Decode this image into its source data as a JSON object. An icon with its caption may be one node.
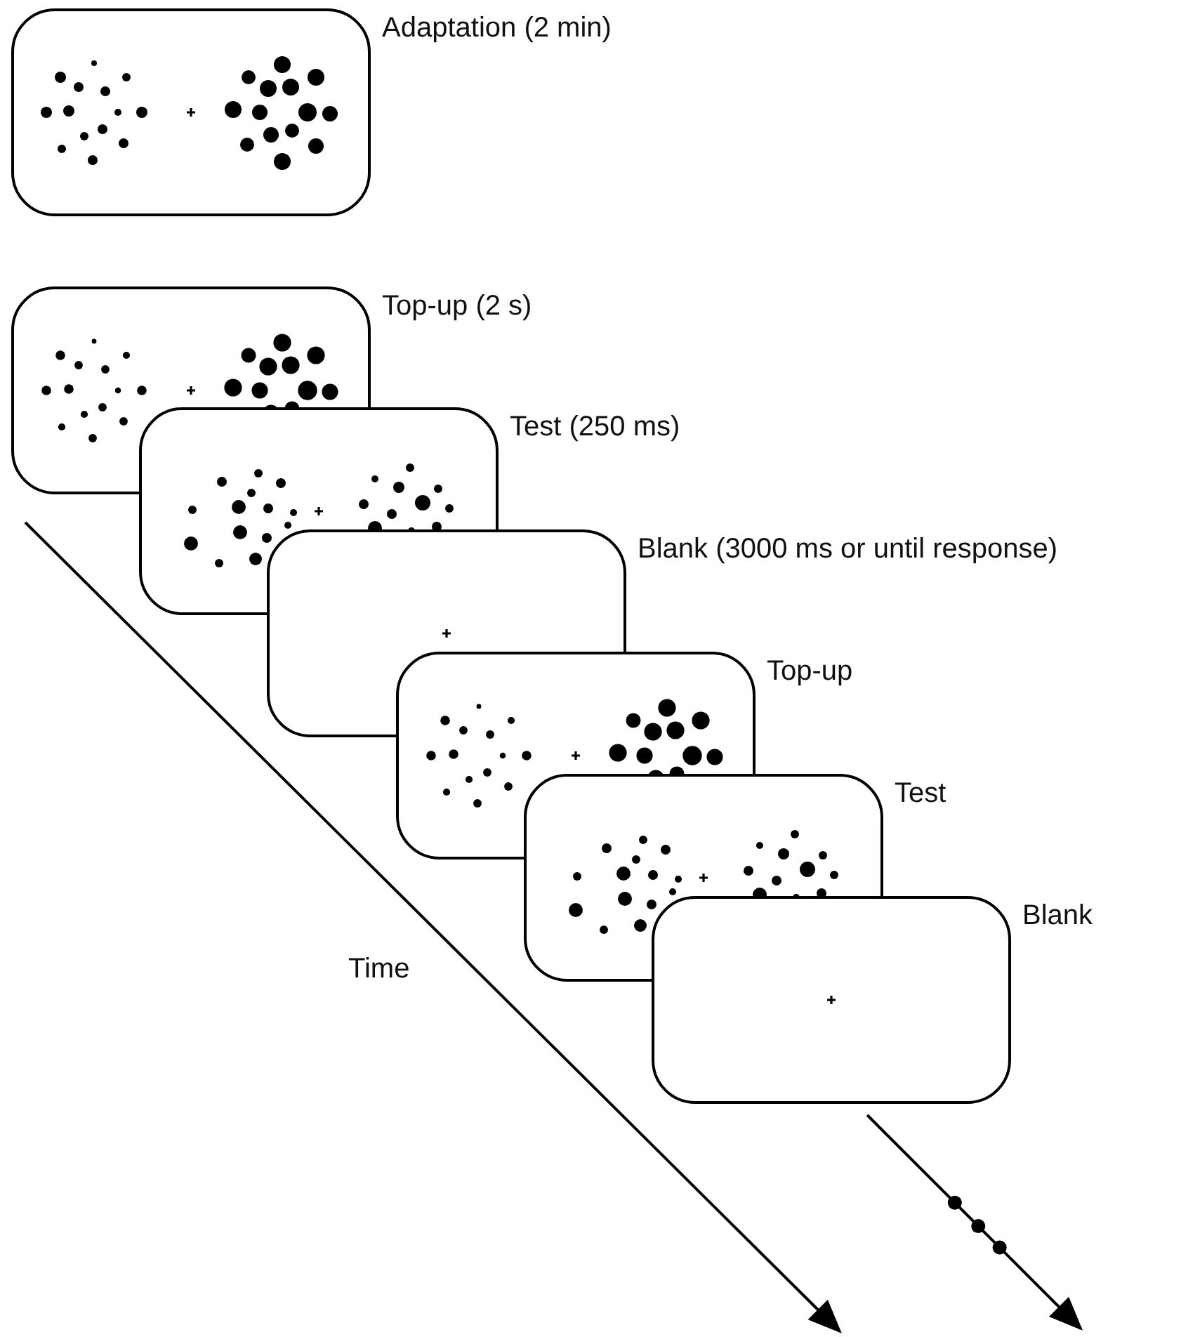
{
  "diagram": {
    "nodes": [
      {
        "text": [],
        "shape": "box",
        "beside": [
          "Adaptation (2 min)"
        ]
      },
      {
        "text": [],
        "shape": "box",
        "beside": [
          "Top-up (2 s)"
        ]
      },
      {
        "text": [],
        "shape": "box",
        "beside": [
          "Test (250 ms)"
        ]
      },
      {
        "text": [],
        "shape": "box",
        "beside": [
          "Blank (3000 ms or until response)"
        ]
      },
      {
        "text": [],
        "shape": "box",
        "beside": [
          "Top-up"
        ]
      },
      {
        "text": [],
        "shape": "box",
        "beside": [
          "Test"
        ]
      },
      {
        "text": [],
        "shape": "box",
        "beside": [
          "Blank"
        ]
      }
    ],
    "labels": [
      "Time"
    ]
  }
}
